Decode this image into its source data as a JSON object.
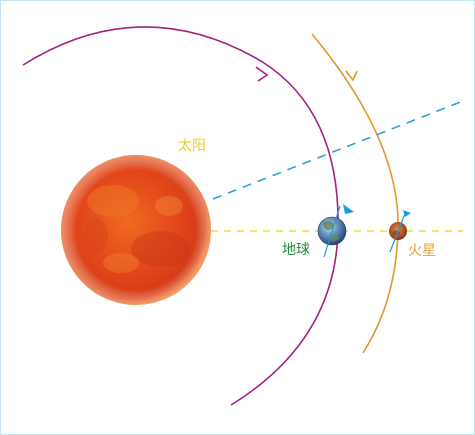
{
  "labels": {
    "sun": "太阳",
    "earth": "地球",
    "mars": "火星"
  },
  "colors": {
    "earth_orbit": "#a3237e",
    "mars_orbit": "#e3962a",
    "sun_line": "#f0de3a",
    "sight_line": "#2ea3d5",
    "rotation_marker": "#1f9be0",
    "sun_label": "#e8cf2a",
    "earth_label": "#2a8a3a",
    "mars_label": "#e7a13a"
  },
  "icons": {
    "sun": "sun-disc",
    "earth": "earth-globe",
    "mars": "mars-disc"
  }
}
